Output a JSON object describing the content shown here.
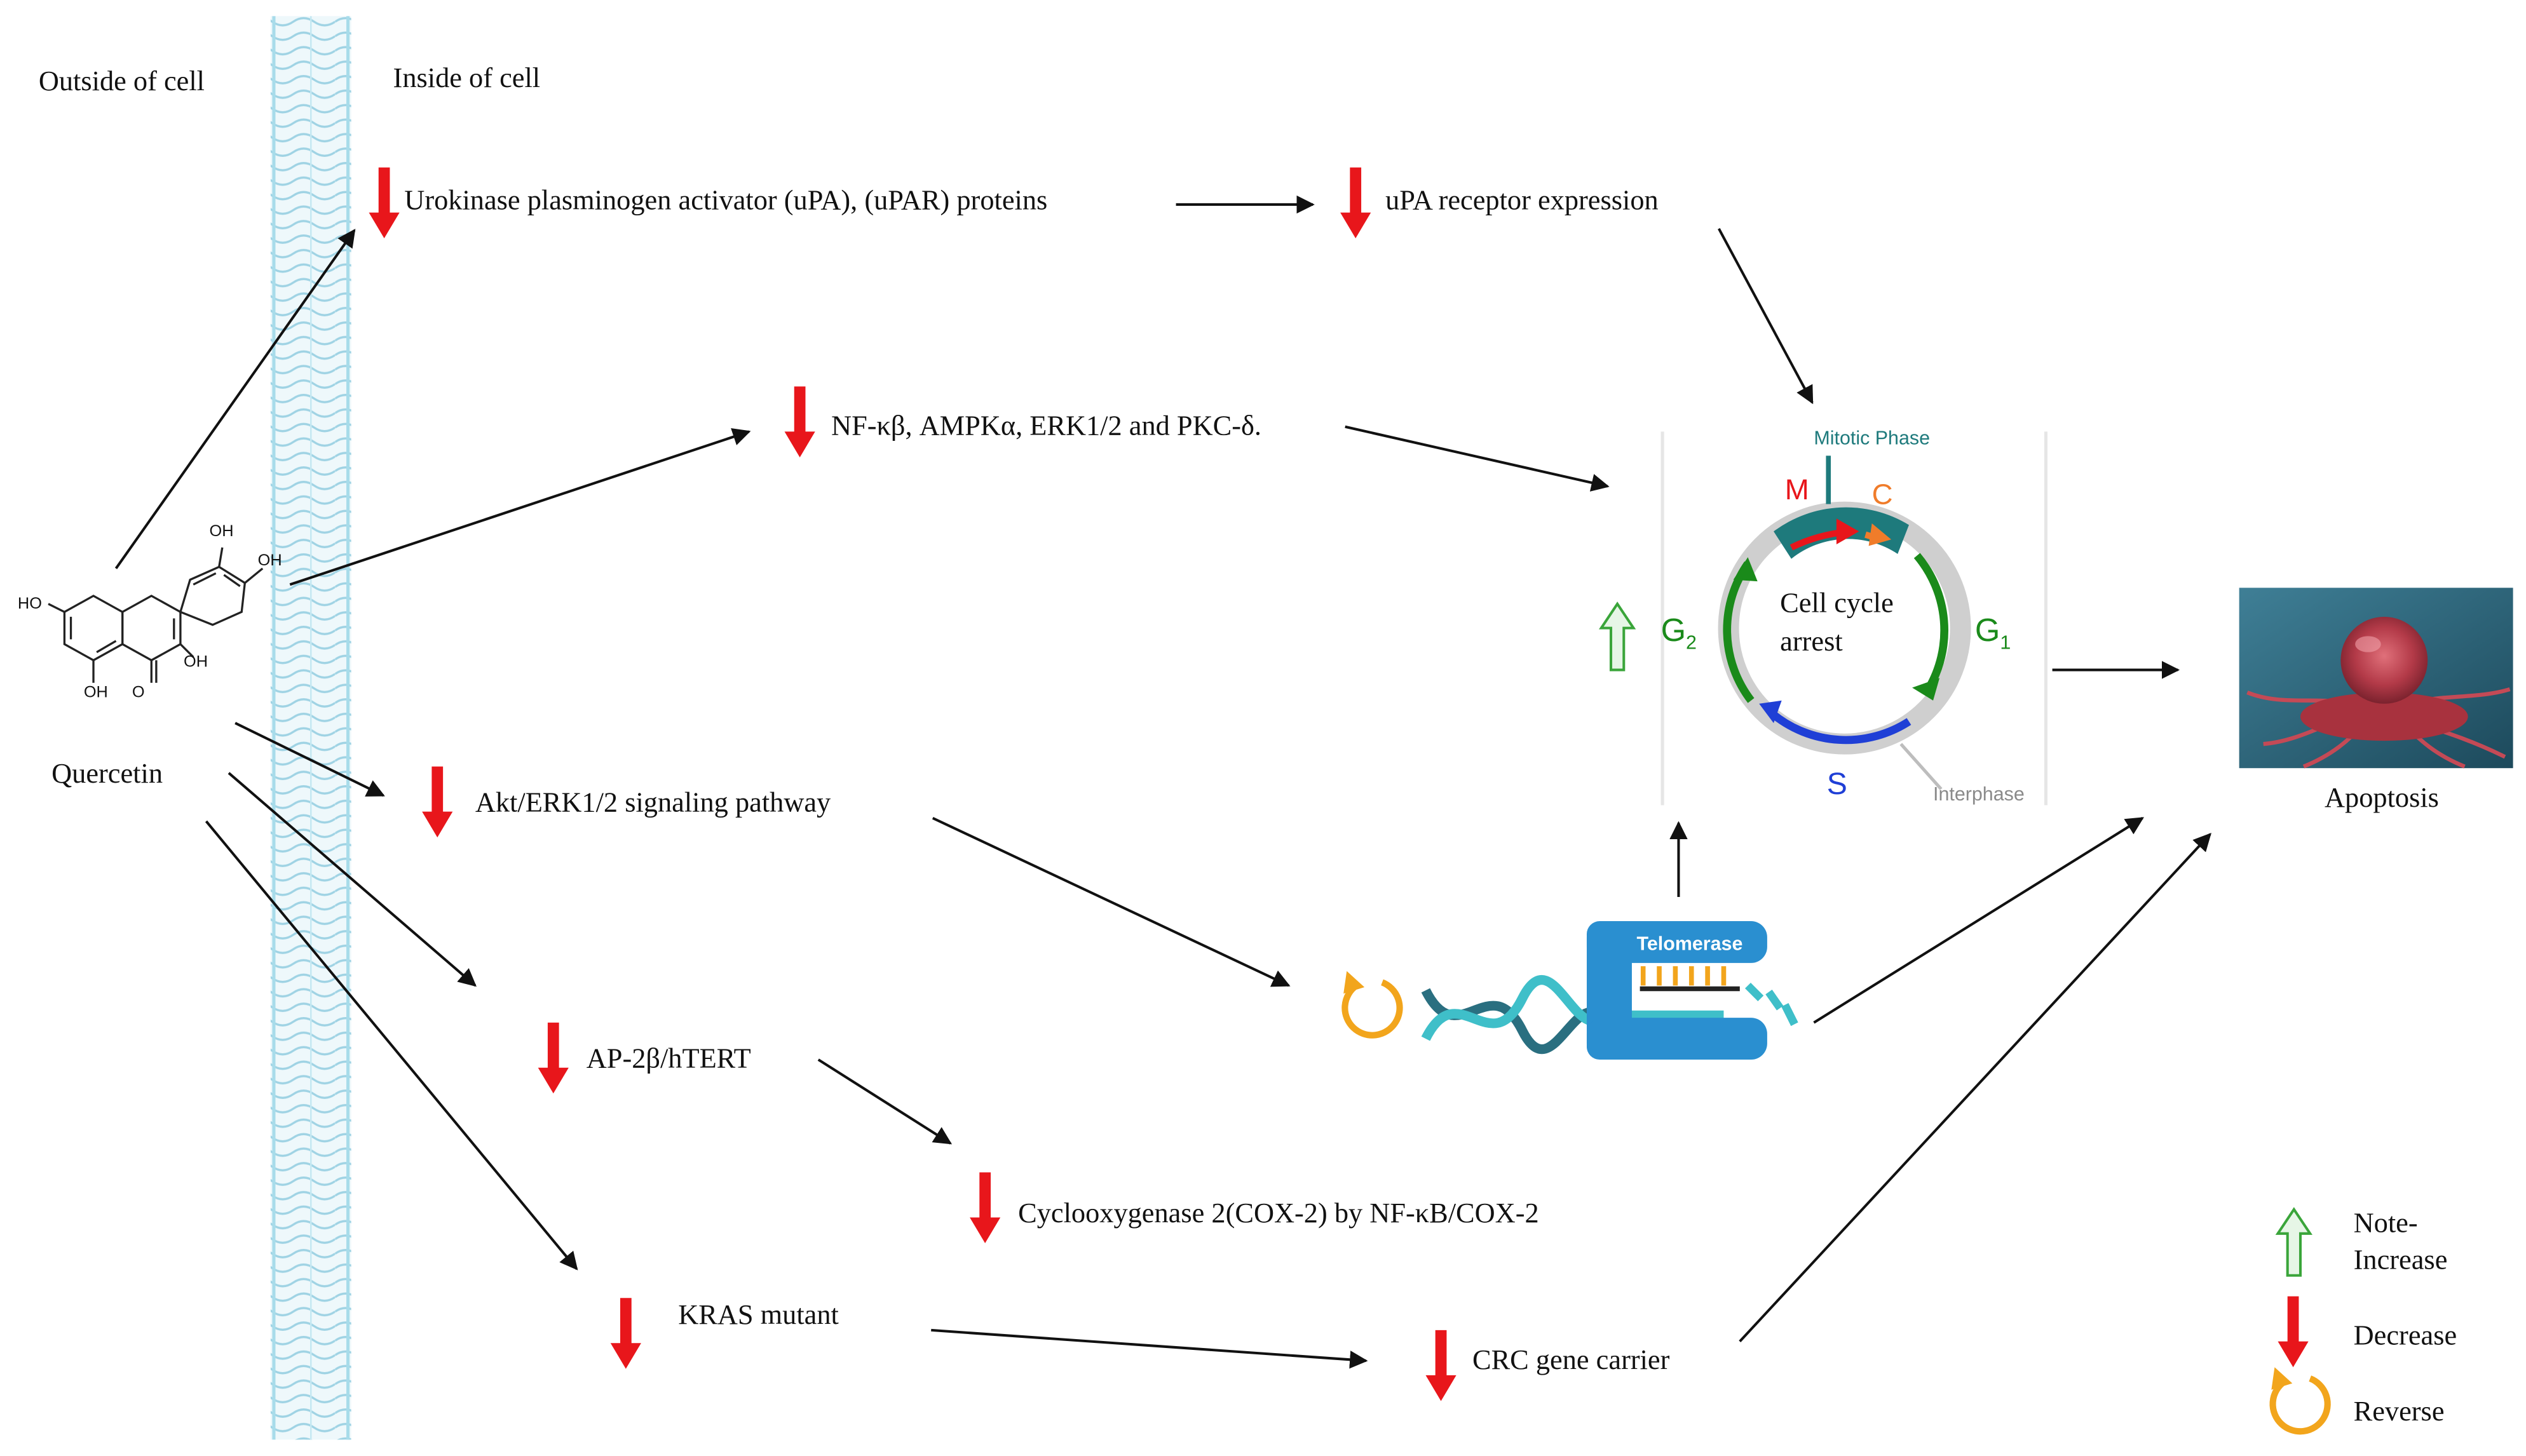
{
  "regions": {
    "outside": "Outside of cell",
    "inside": "Inside of cell"
  },
  "molecule": {
    "name": "Quercetin",
    "groups": [
      "OH",
      "OH",
      "HO",
      "OH",
      "OH",
      "O"
    ]
  },
  "nodes": {
    "upa": "Urokinase plasminogen activator (uPA), (uPAR) proteins",
    "upar": "uPA receptor expression",
    "nfkb": "NF-κβ, AMPKα, ERK1/2 and PKC-δ.",
    "akt": "Akt/ERK1/2 signaling pathway",
    "ap2": "AP-2β/hTERT",
    "cox2": "Cyclooxygenase 2(COX-2) by NF-κB/COX-2",
    "kras": "KRAS mutant",
    "crc": "CRC gene carrier",
    "apoptosis": "Apoptosis"
  },
  "cell_cycle": {
    "center_line1": "Cell cycle",
    "center_line2": "arrest",
    "mitotic_phase": "Mitotic Phase",
    "interphase": "Interphase",
    "m": "M",
    "c": "C",
    "g2": "G",
    "g2_sub": "2",
    "g1": "G",
    "g1_sub": "1",
    "s": "S"
  },
  "telomerase": {
    "label": "Telomerase"
  },
  "legend": {
    "title": "Note-",
    "increase": "Increase",
    "decrease": "Decrease",
    "reverse": "Reverse"
  },
  "colors": {
    "decrease": "#e8161b",
    "increase": "#3aa53a",
    "reverse": "#f2a51c",
    "membrane": "#a8dcea",
    "cycle_ring": "#cfcfcf",
    "mitotic": "#1e7a7c",
    "g_phase": "#1a8a1a",
    "s_phase": "#1f3fd6",
    "telomerase": "#2a8fd0"
  }
}
